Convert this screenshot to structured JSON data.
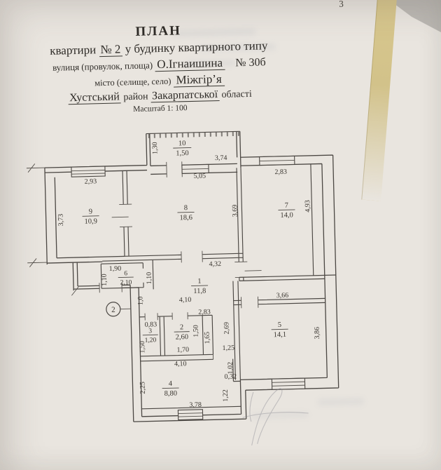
{
  "page": {
    "number": "3"
  },
  "header": {
    "title": "ПЛАН",
    "line1_label": "квартири",
    "line1_value": "№ 2",
    "line1_rest": "у будинку квартирного типу",
    "line2_label": "вулиця (провулок, площа)",
    "line2_value": "О.Ігнаишина",
    "line2_suffix": "№  30б",
    "line3_label": "місто (селище, село)",
    "line3_value": "Міжгір’я",
    "line4_part1": "Хустський",
    "line4_part2": "район",
    "line4_part3": "Закарпатської",
    "line4_part4": "області",
    "scale": "Масштаб 1: 100"
  },
  "plan": {
    "rooms": {
      "r10": {
        "num": "10",
        "area": "1,50"
      },
      "r9": {
        "num": "9",
        "area": "10,9"
      },
      "r8": {
        "num": "8",
        "area": "18,6"
      },
      "r7": {
        "num": "7",
        "area": "14,0"
      },
      "r6": {
        "num": "6",
        "area": "2,10"
      },
      "r1": {
        "num": "1",
        "area": "11,8"
      },
      "r3": {
        "num": "3",
        "area": "1,20"
      },
      "r2": {
        "num": "2",
        "area": "2,60"
      },
      "r5": {
        "num": "5",
        "area": "14,1"
      },
      "r4": {
        "num": "4",
        "area": "8,80"
      }
    },
    "dims": {
      "balcony_h": "1,30",
      "balcony_w": "3,74",
      "r9_w": "2,93",
      "r8_w": "5,05",
      "r7_w": "2,83",
      "r9_h": "3,73",
      "r8_h": "3,69",
      "r7_h": "4,93",
      "r6_w": "1,90",
      "r6_h": "1,10",
      "niche_h": "1,10",
      "hall_w": "4,32",
      "hall_entry": "1,0",
      "hall_w2": "4,10",
      "wc_block_w": "2,83",
      "wc_w": "0,83",
      "wc_h": "1,50",
      "bath_w": "1,70",
      "bath_h": "1,50",
      "duct_h": "1,65",
      "pass_h": "2,69",
      "pass_w": "1,25",
      "r5_w": "3,66",
      "r5_h": "3,86",
      "r4_w": "4,10",
      "r4_h": "2,25",
      "r4_w2": "3,78",
      "jog_a": "1,02",
      "jog_b": "0,32",
      "jog_c": "1,22"
    },
    "entrance": {
      "label": "2"
    }
  }
}
